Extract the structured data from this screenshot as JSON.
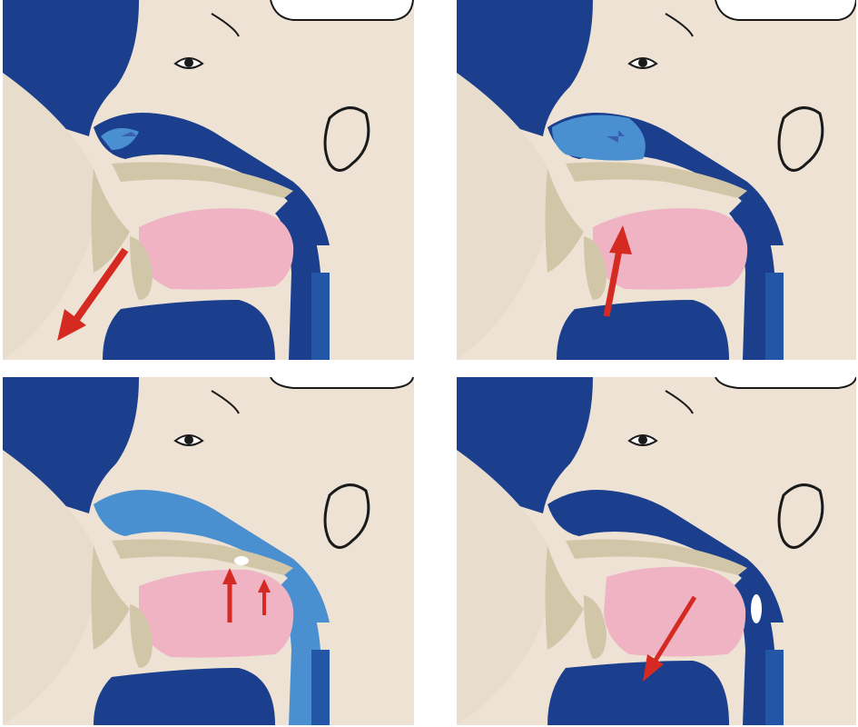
{
  "colors": {
    "background": "#ffffff",
    "skin": "#ede2d4",
    "tissue_dark": "#1b3f8c",
    "milk_light": "#4a90d0",
    "tongue": "#efb3c4",
    "bone": "#d2c6a8",
    "arrow": "#d42a22",
    "outline": "#1a1a1a"
  },
  "panels": [
    {
      "id": "stage-1",
      "arrows": [
        {
          "type": "outward-down-left"
        }
      ]
    },
    {
      "id": "stage-2",
      "arrows": [
        {
          "type": "upward-diagonal"
        }
      ]
    },
    {
      "id": "stage-3",
      "arrows": [
        {
          "type": "upward-double"
        }
      ]
    },
    {
      "id": "stage-4",
      "arrows": [
        {
          "type": "downward-diagonal"
        }
      ]
    }
  ]
}
